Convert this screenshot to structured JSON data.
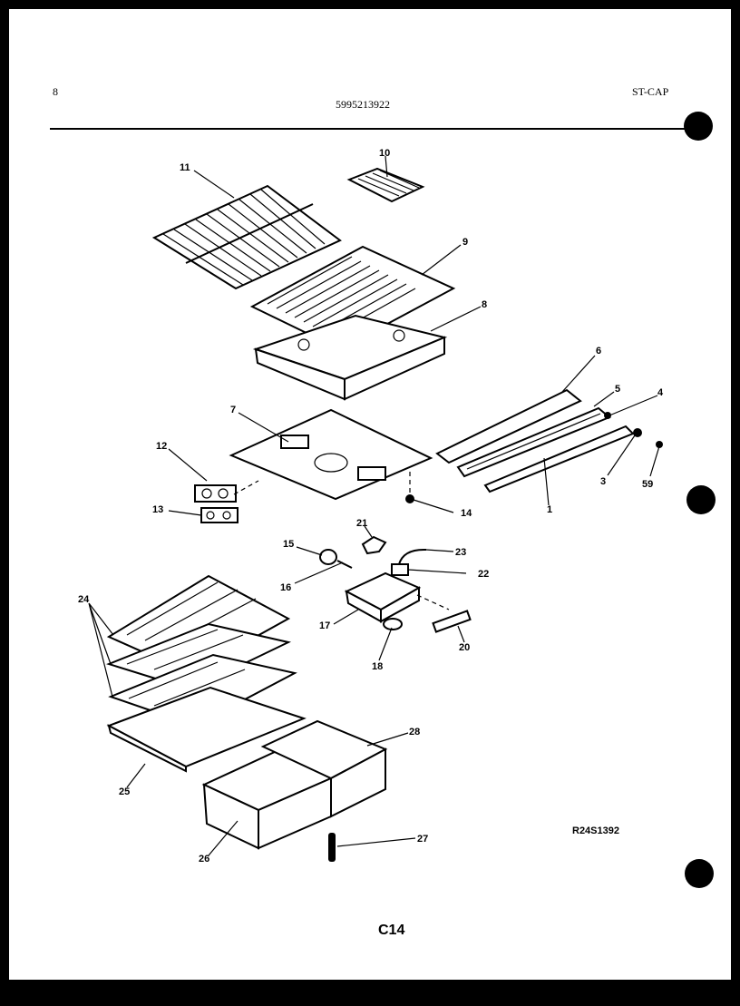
{
  "header": {
    "page_mark": "8",
    "part_number": "5995213922",
    "model": "ST-CAP"
  },
  "diagram": {
    "reference_code": "R24S1392",
    "page_label": "C14",
    "callouts": [
      "1",
      "3",
      "4",
      "5",
      "6",
      "7",
      "8",
      "9",
      "10",
      "11",
      "12",
      "13",
      "14",
      "15",
      "16",
      "17",
      "18",
      "20",
      "21",
      "22",
      "23",
      "24",
      "25",
      "26",
      "27",
      "28",
      "59"
    ]
  }
}
